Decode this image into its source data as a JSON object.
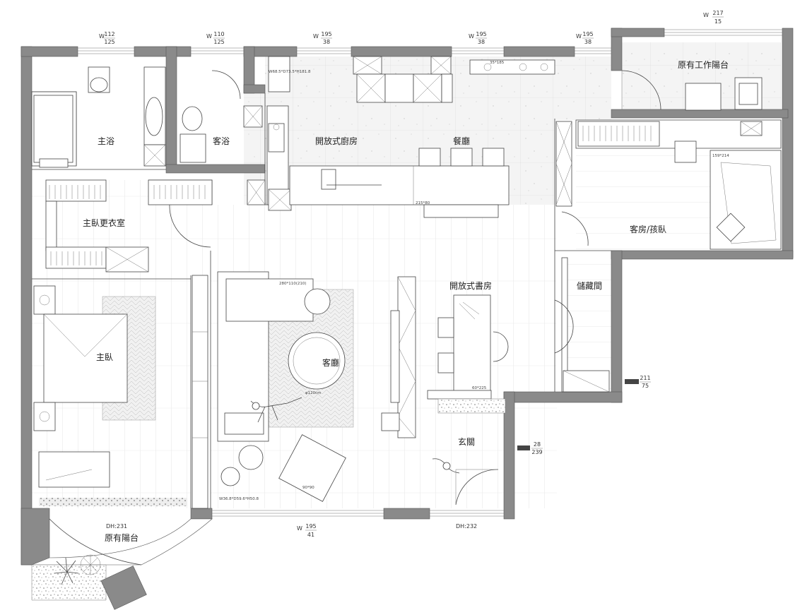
{
  "rooms": {
    "master_bath": "主浴",
    "guest_bath": "客浴",
    "open_kitchen": "開放式廚房",
    "dining": "餐廳",
    "work_balcony": "原有工作陽台",
    "master_closet": "主臥更衣室",
    "guest_kids_room": "客房/孩臥",
    "open_study": "開放式書房",
    "storage": "儲藏間",
    "master_bedroom": "主臥",
    "living_room": "客廳",
    "entrance": "玄關",
    "balcony": "原有陽台"
  },
  "dimensions": {
    "w112": {
      "w": "W",
      "num": "112",
      "den": "125"
    },
    "w110": {
      "w": "W",
      "num": "110",
      "den": "125"
    },
    "w195a": {
      "w": "W",
      "num": "195",
      "den": "38"
    },
    "w195b": {
      "w": "W",
      "num": "195",
      "den": "38"
    },
    "w195c": {
      "w": "W",
      "num": "195",
      "den": "38"
    },
    "w217": {
      "w": "W",
      "num": "217",
      "den": "15"
    },
    "w195bottom": {
      "w": "W",
      "num": "195",
      "den": "41"
    },
    "right1": {
      "num": "211",
      "den": "75"
    },
    "right2": {
      "num": "28",
      "den": "239"
    }
  },
  "notes": {
    "dh231": "DH:231",
    "dh232": "DH:232",
    "sofa": "280*110(210)",
    "rug": "φ120cm",
    "table": "90*90",
    "bed_guest": "159*214",
    "island": "215*80",
    "desk": "60*225",
    "coffee_table": "W36.8*D59.6*H50.8",
    "fridge": "W68.5*D73.5*H181.8",
    "range_hood": "35*185"
  }
}
